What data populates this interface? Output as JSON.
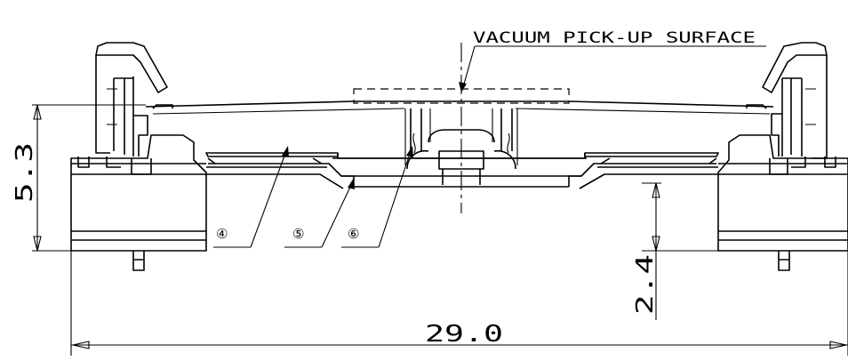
{
  "drawing": {
    "annotation": "VACUUM PICK-UP SURFACE",
    "dimensions": {
      "height": "5.3",
      "gap": "2.4",
      "width": "29.0"
    },
    "callouts": {
      "c4": "④",
      "c5": "⑤",
      "c6": "⑥"
    }
  }
}
